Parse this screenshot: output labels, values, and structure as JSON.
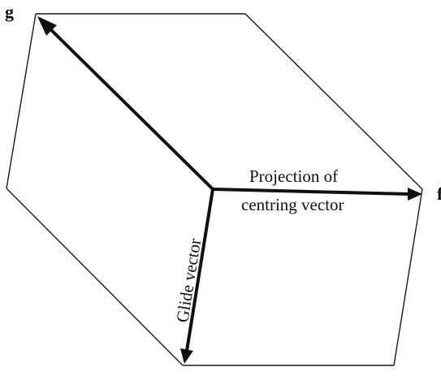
{
  "labels": {
    "axis_g": "g",
    "axis_f": "f",
    "projection_line1": "Projection of",
    "projection_line2": "centring vector",
    "glide": "Glide vector"
  }
}
